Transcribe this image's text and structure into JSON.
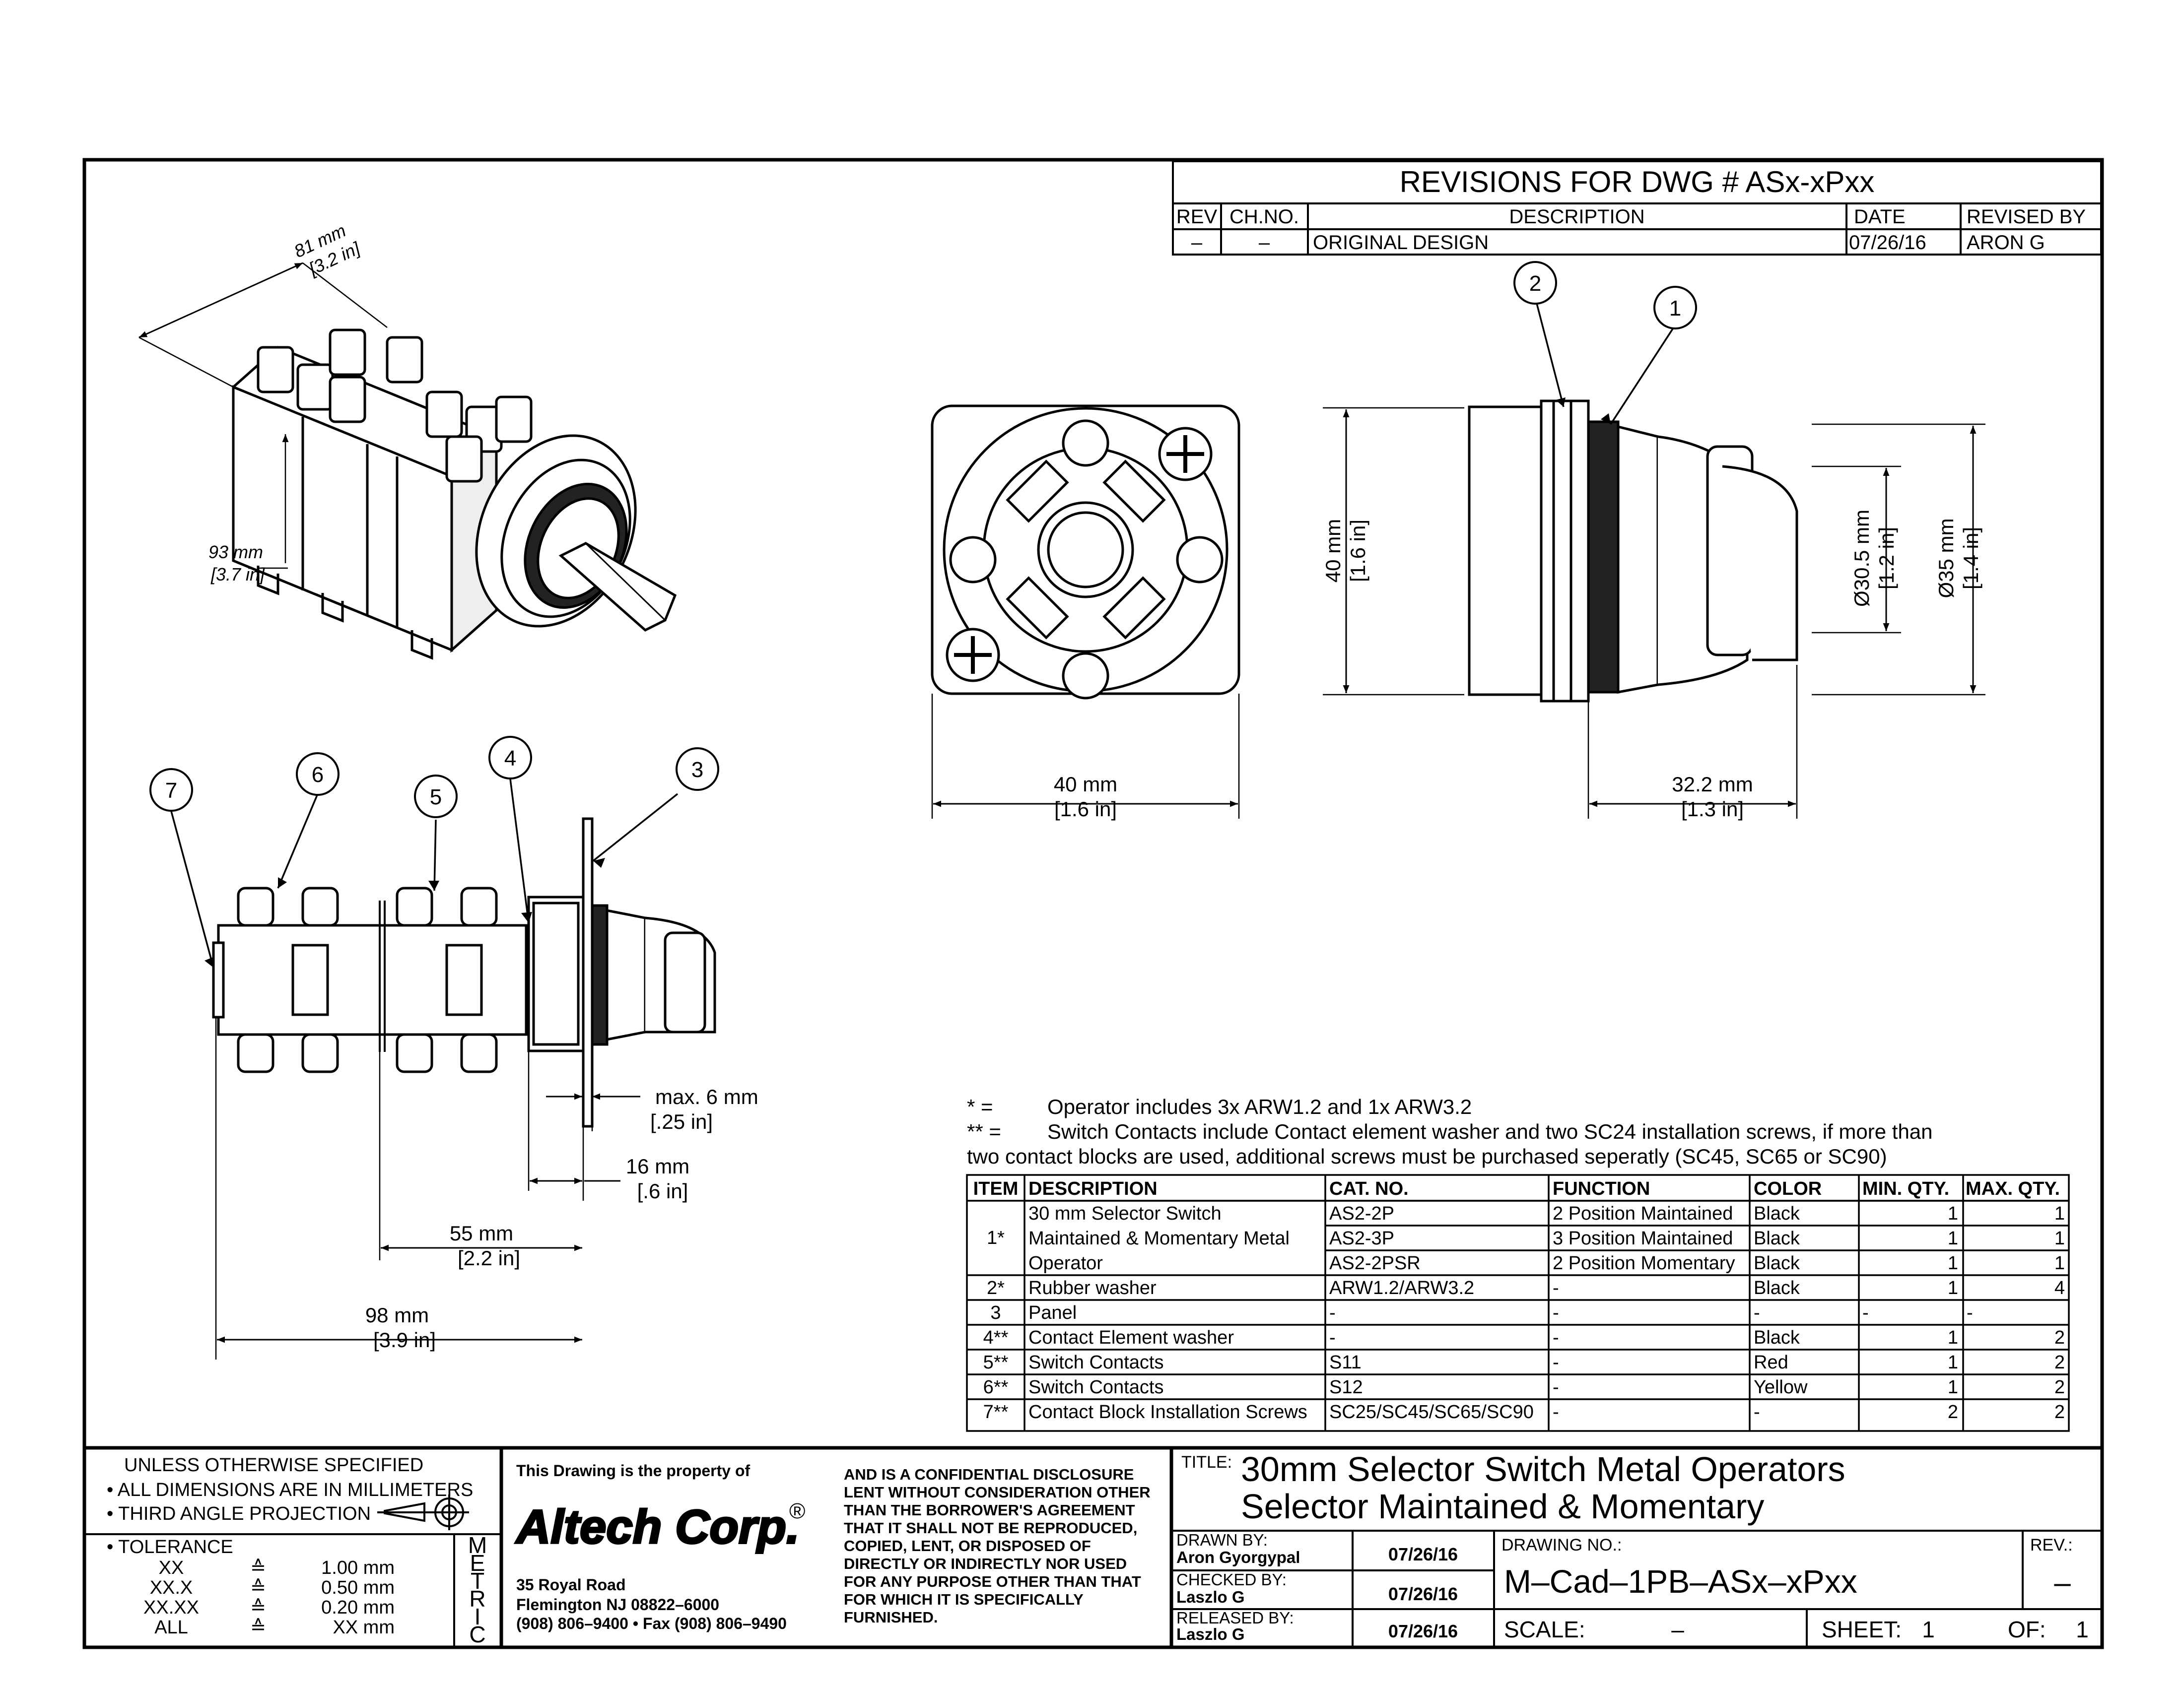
{
  "revisions": {
    "title": "REVISIONS  FOR  DWG  #  ASx-xPxx",
    "headers": [
      "REV",
      "CH.NO.",
      "DESCRIPTION",
      "DATE",
      "REVISED BY"
    ],
    "row": [
      "–",
      "–",
      "ORIGINAL  DESIGN",
      "07/26/16",
      "ARON  G"
    ]
  },
  "dims": {
    "iso_width": "81 mm",
    "iso_width_in": "[3.2 in]",
    "iso_len": "93 mm",
    "iso_len_in": "[3.7 in]",
    "front_w": "40 mm",
    "front_w_in": "[1.6 in]",
    "side_h": "40 mm",
    "side_h_in": "[1.6 in]",
    "side_len": "32.2 mm",
    "side_len_in": "[1.3 in]",
    "dia1": "Ø30.5 mm",
    "dia1_in": "[1.2 in]",
    "dia2": "Ø35 mm",
    "dia2_in": "[1.4 in]",
    "max6": "max. 6 mm",
    "max6_in": "[.25 in]",
    "d16": "16 mm",
    "d16_in": "[.6 in]",
    "d55": "55 mm",
    "d55_in": "[2.2 in]",
    "d98": "98 mm",
    "d98_in": "[3.9 in]"
  },
  "balloons": [
    "1",
    "2",
    "3",
    "4",
    "5",
    "6",
    "7"
  ],
  "notes": {
    "n1_sym": "*   =",
    "n1": "Operator includes 3x ARW1.2 and 1x ARW3.2",
    "n2_sym": "** =",
    "n2": "Switch Contacts include Contact element washer and two SC24 installation screws, if more than",
    "n3": "two contact blocks are used, additional screws must be purchased seperatly (SC45, SC65 or SC90)"
  },
  "bom": {
    "headers": [
      "ITEM",
      "DESCRIPTION",
      "CAT. NO.",
      "FUNCTION",
      "COLOR",
      "MIN. QTY.",
      "MAX. QTY."
    ],
    "item1": "1*",
    "item1_desc": [
      "30 mm Selector Switch",
      "Maintained & Momentary Metal",
      "Operator"
    ],
    "item1_rows": [
      [
        "AS2-2P",
        "2 Position Maintained",
        "Black",
        "1",
        "1"
      ],
      [
        "AS2-3P",
        "3 Position Maintained",
        "Black",
        "1",
        "1"
      ],
      [
        "AS2-2PSR",
        "2 Position Momentary",
        "Black",
        "1",
        "1"
      ]
    ],
    "rows": [
      [
        "2*",
        "Rubber washer",
        "ARW1.2/ARW3.2",
        "-",
        "Black",
        "1",
        "4"
      ],
      [
        "3",
        "Panel",
        "-",
        "-",
        "-",
        "-",
        "-"
      ],
      [
        "4**",
        "Contact Element washer",
        "-",
        "-",
        "Black",
        "1",
        "2"
      ],
      [
        "5**",
        "Switch Contacts",
        "S11",
        "-",
        "Red",
        "1",
        "2"
      ],
      [
        "6**",
        "Switch Contacts",
        "S12",
        "-",
        "Yellow",
        "1",
        "2"
      ],
      [
        "7**",
        "Contact Block Installation Screws",
        "SC25/SC45/SC65/SC90",
        "-",
        "-",
        "2",
        "2"
      ]
    ]
  },
  "titleblock": {
    "unless": "UNLESS  OTHERWISE  SPECIFIED",
    "dims_mm": "• ALL  DIMENSIONS  ARE  IN  MILLIMETERS",
    "third_angle": "• THIRD  ANGLE  PROJECTION",
    "tolerance": "• TOLERANCE",
    "tol_rows": [
      [
        "XX",
        "≙",
        "1.00 mm"
      ],
      [
        "XX.X",
        "≙",
        "0.50 mm"
      ],
      [
        "XX.XX",
        "≙",
        "0.20 mm"
      ],
      [
        "ALL",
        "≙",
        "XX mm"
      ]
    ],
    "metric": [
      "M",
      "E",
      "T",
      "R",
      "I",
      "C"
    ],
    "property": "This  Drawing  is  the  property  of",
    "company": "Altech Corp.",
    "reg": "®",
    "addr1": "35  Royal  Road",
    "addr2": "Flemington  NJ  08822–6000",
    "addr3": "(908)  806–9400 • Fax  (908)  806–9490",
    "confidential": [
      "AND  IS  A  CONFIDENTIAL  DISCLOSURE",
      "LENT  WITHOUT  CONSIDERATION  OTHER",
      "THAN  THE  BORROWER'S  AGREEMENT",
      "THAT  IT  SHALL  NOT  BE  REPRODUCED,",
      "COPIED,  LENT,  OR  DISPOSED  OF",
      "DIRECTLY  OR  INDIRECTLY  NOR  USED",
      "FOR  ANY  PURPOSE  OTHER  THAN  THAT",
      "FOR  WHICH  IT  IS  SPECIFICALLY",
      "FURNISHED."
    ],
    "title_label": "TITLE:",
    "title1": "30mm  Selector  Switch  Metal  Operators",
    "title2": "Selector  Maintained  &  Momentary",
    "drawn_by_label": "DRAWN  BY:",
    "drawn_by": "Aron  Gyorgypal",
    "drawn_date": "07/26/16",
    "checked_by_label": "CHECKED  BY:",
    "checked_by": "Laszlo  G",
    "checked_date": "07/26/16",
    "released_by_label": "RELEASED  BY:",
    "released_by": "Laszlo  G",
    "released_date": "07/26/16",
    "drawing_no_label": "DRAWING  NO.:",
    "drawing_no": "M–Cad–1PB–ASx–xPxx",
    "rev_label": "REV.:",
    "rev": "–",
    "scale_label": "SCALE:",
    "scale": "–",
    "sheet_label": "SHEET:",
    "sheet": "1",
    "of_label": "OF:",
    "of": "1"
  }
}
